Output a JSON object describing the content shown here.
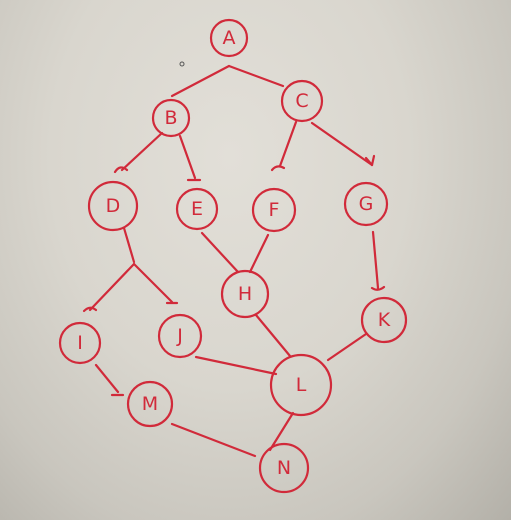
{
  "diagram": {
    "stroke_color": "#d12a3a",
    "background_color": "#dcd9d2",
    "nodes": [
      {
        "id": "A",
        "label": "A"
      },
      {
        "id": "B",
        "label": "B"
      },
      {
        "id": "C",
        "label": "C"
      },
      {
        "id": "D",
        "label": "D"
      },
      {
        "id": "E",
        "label": "E"
      },
      {
        "id": "F",
        "label": "F"
      },
      {
        "id": "G",
        "label": "G"
      },
      {
        "id": "H",
        "label": "H"
      },
      {
        "id": "I",
        "label": "I"
      },
      {
        "id": "J",
        "label": "J"
      },
      {
        "id": "K",
        "label": "K"
      },
      {
        "id": "L",
        "label": "L"
      },
      {
        "id": "M",
        "label": "M"
      },
      {
        "id": "N",
        "label": "N"
      }
    ],
    "edges": [
      {
        "from": "A",
        "to": "B"
      },
      {
        "from": "A",
        "to": "C"
      },
      {
        "from": "B",
        "to": "D"
      },
      {
        "from": "B",
        "to": "E"
      },
      {
        "from": "C",
        "to": "F"
      },
      {
        "from": "C",
        "to": "G"
      },
      {
        "from": "E",
        "to": "H"
      },
      {
        "from": "F",
        "to": "H"
      },
      {
        "from": "D",
        "to": "I"
      },
      {
        "from": "D",
        "to": "J"
      },
      {
        "from": "G",
        "to": "K"
      },
      {
        "from": "H",
        "to": "L"
      },
      {
        "from": "J",
        "to": "L"
      },
      {
        "from": "K",
        "to": "L"
      },
      {
        "from": "I",
        "to": "M"
      },
      {
        "from": "M",
        "to": "N"
      },
      {
        "from": "L",
        "to": "N"
      }
    ]
  }
}
